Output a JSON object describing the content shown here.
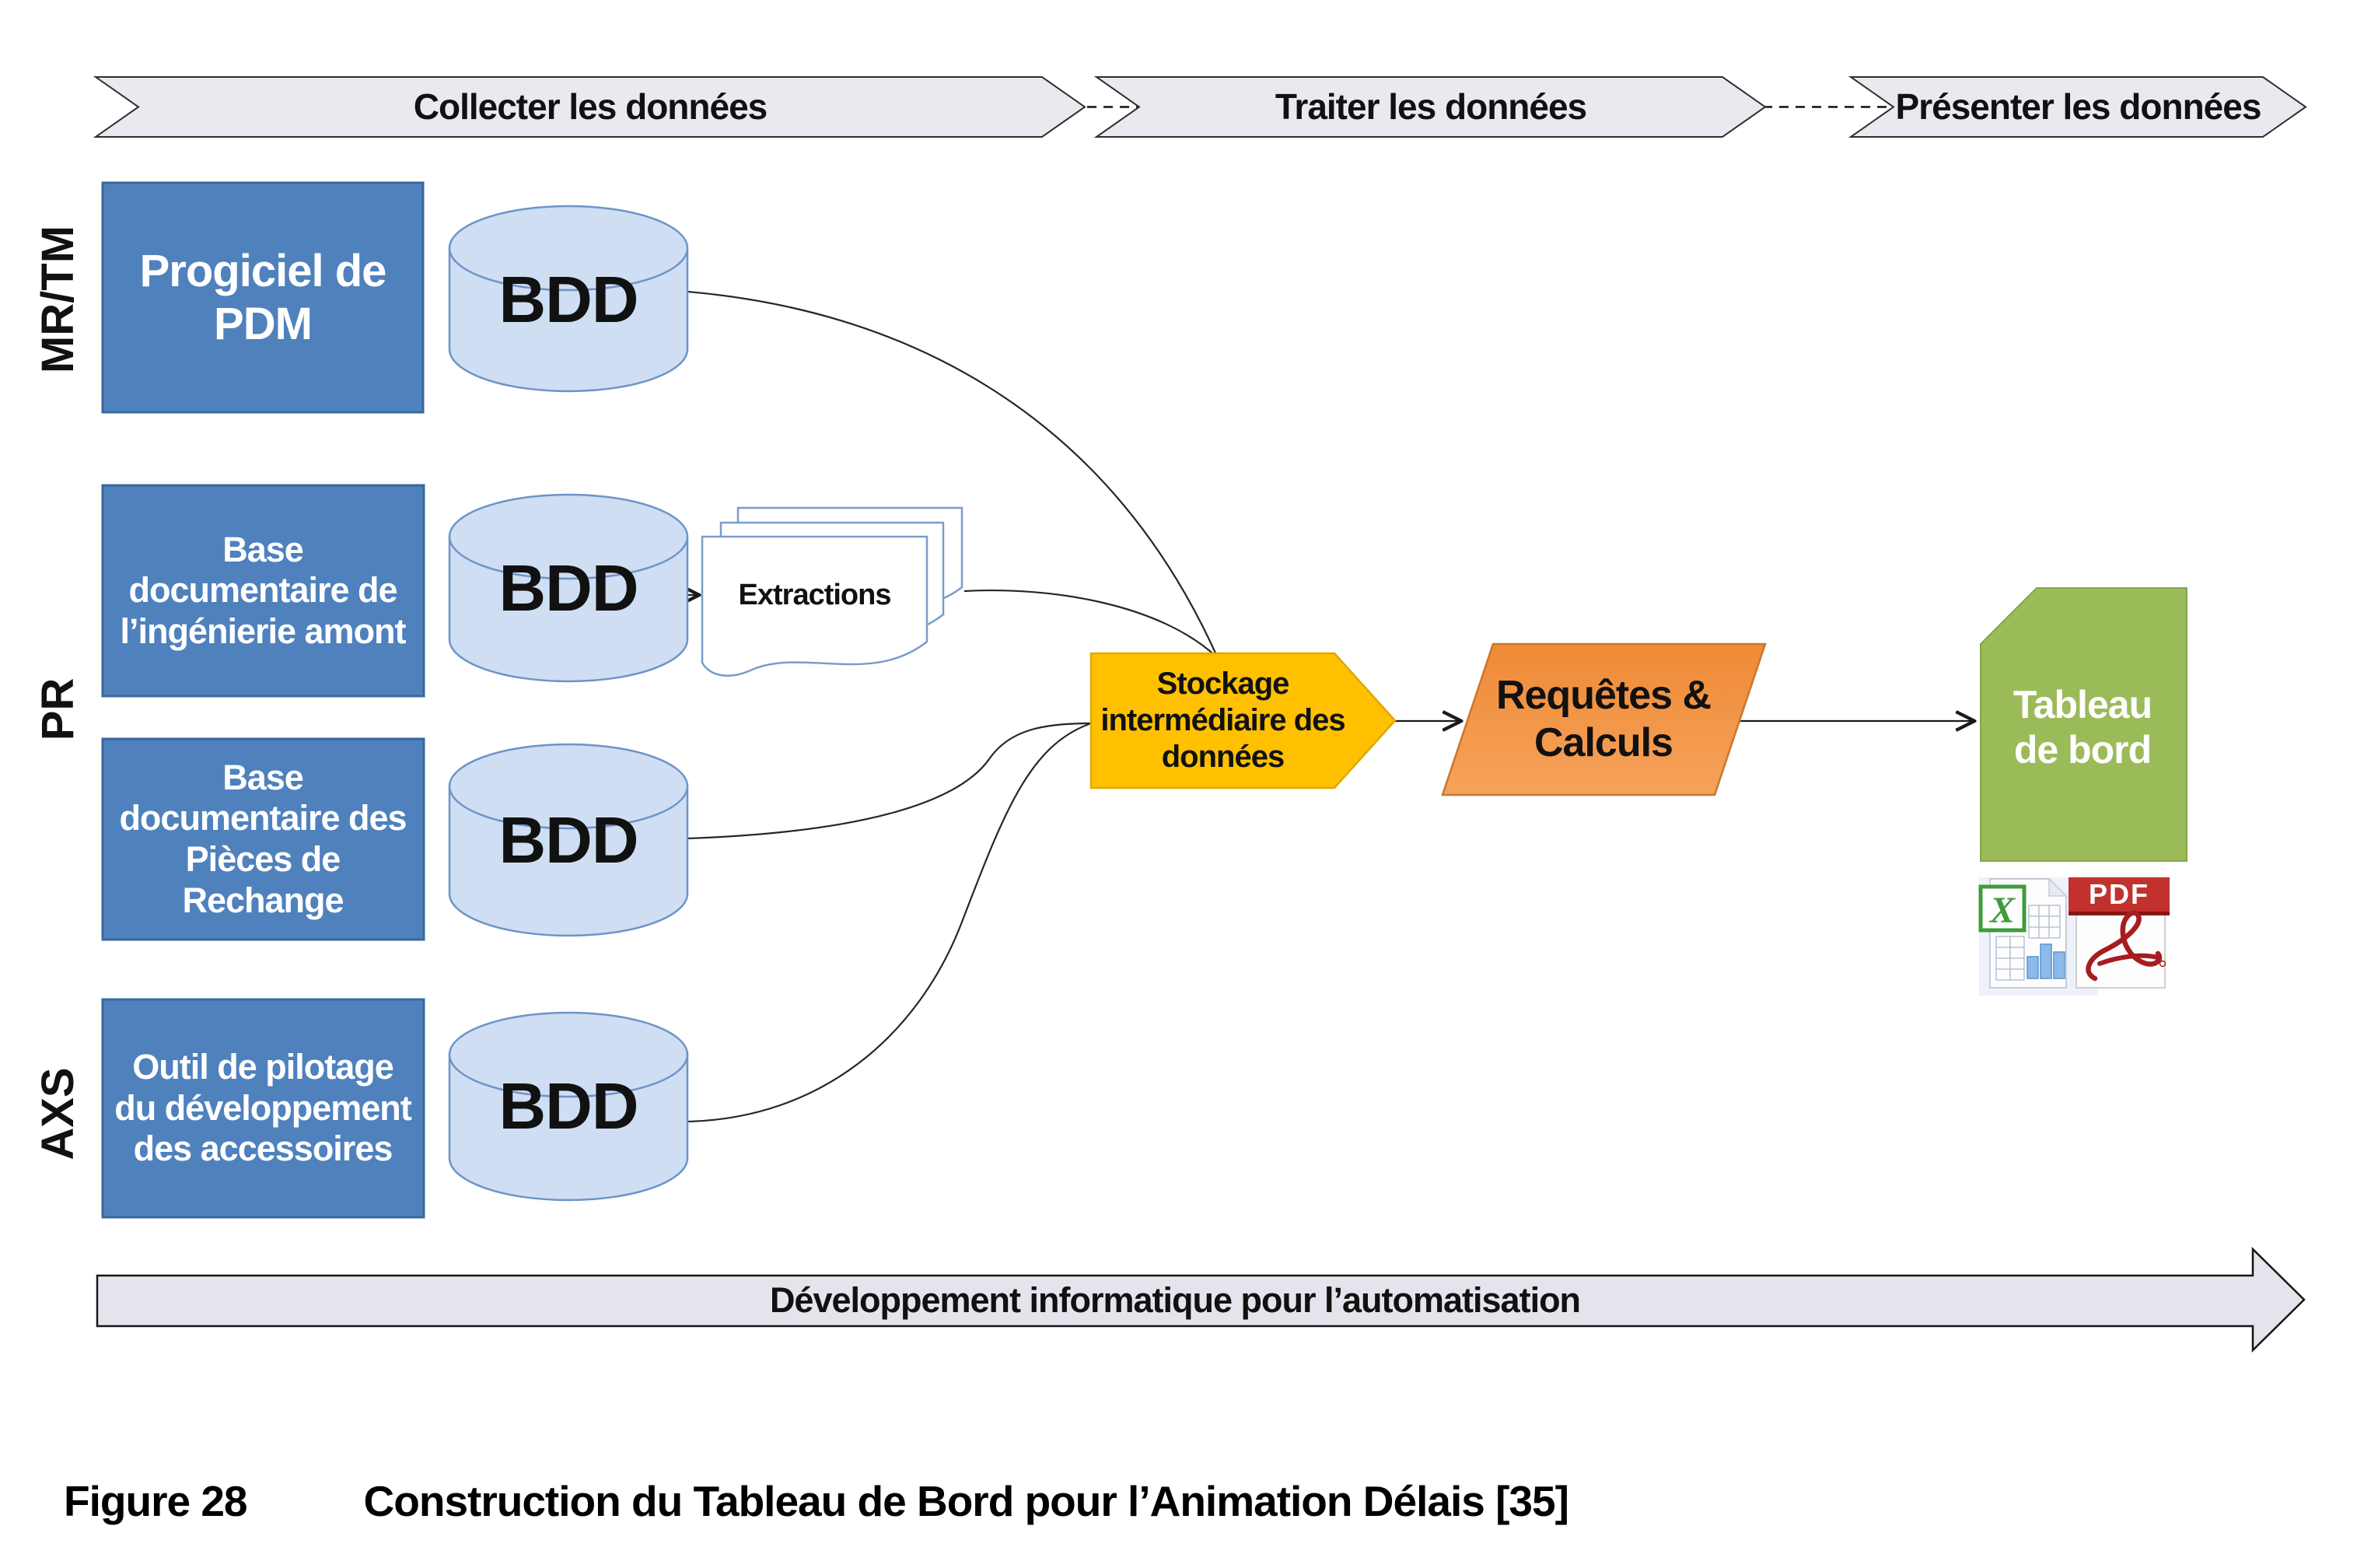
{
  "phases": {
    "items": [
      {
        "label": "Collecter les données"
      },
      {
        "label": "Traiter les données"
      },
      {
        "label": "Présenter les données"
      }
    ]
  },
  "groups": {
    "mrtm": "MR/TM",
    "pr": "PR",
    "axs": "AXS"
  },
  "sources": [
    {
      "title": "Progiciel de PDM",
      "db": "BDD"
    },
    {
      "title": "Base documentaire de l’ingénierie amont",
      "db": "BDD"
    },
    {
      "title": "Base documentaire des Pièces de Rechange",
      "db": "BDD"
    },
    {
      "title": "Outil de pilotage du développement des accessoires",
      "db": "BDD"
    }
  ],
  "extractions": {
    "label": "Extractions"
  },
  "processing": {
    "stockage": "Stockage intermédiaire des données",
    "requetes": "Requêtes & Calculs"
  },
  "output": {
    "tableau": "Tableau de bord",
    "excel_icon": "excel-file-icon",
    "pdf_icon": "pdf-file-icon",
    "pdf_badge": "PDF"
  },
  "bottom_banner": {
    "label": "Développement informatique pour l’automatisation"
  },
  "caption": {
    "label": "Figure 28",
    "text": "Construction du Tableau de Bord pour l’Animation Délais [35]"
  },
  "colors": {
    "source_blue": "#4f81bd",
    "cylinder_blue": "#cfdef2",
    "stockage_yellow": "#ffc000",
    "requetes_orange": "#f0913f",
    "tableau_green": "#9bbb59",
    "banner_gray": "#e9e9f0"
  }
}
